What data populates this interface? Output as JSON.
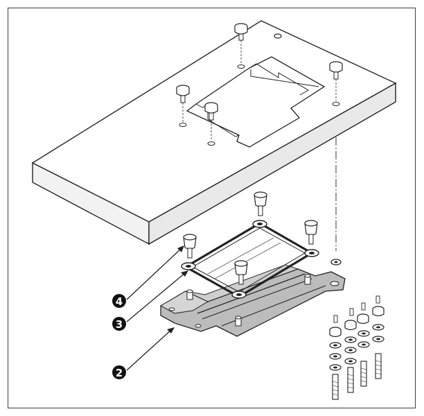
{
  "callouts": [
    {
      "label": "4"
    },
    {
      "label": "3"
    },
    {
      "label": "2"
    }
  ]
}
